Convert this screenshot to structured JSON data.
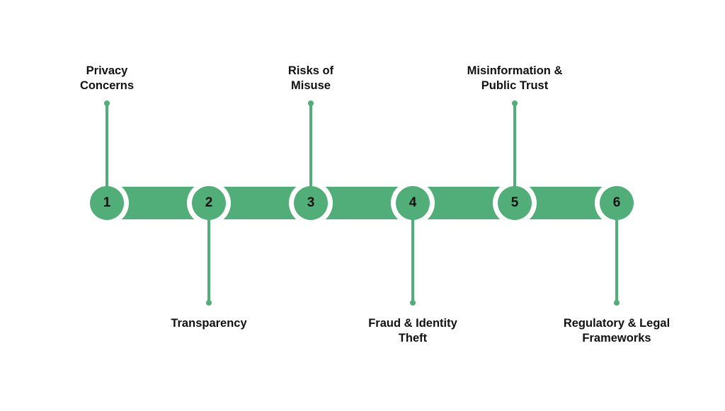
{
  "diagram": {
    "type": "timeline",
    "accent_color": "#52ae78",
    "text_color": "#111111",
    "background": "#ffffff",
    "steps": [
      {
        "number": "1",
        "label": "Privacy\nConcerns",
        "position": "top"
      },
      {
        "number": "2",
        "label": "Transparency",
        "position": "bottom"
      },
      {
        "number": "3",
        "label": "Risks of\nMisuse",
        "position": "top"
      },
      {
        "number": "4",
        "label": "Fraud & Identity\nTheft",
        "position": "bottom"
      },
      {
        "number": "5",
        "label": "Misinformation &\nPublic Trust",
        "position": "top"
      },
      {
        "number": "6",
        "label": "Regulatory & Legal\nFrameworks",
        "position": "bottom"
      }
    ]
  }
}
